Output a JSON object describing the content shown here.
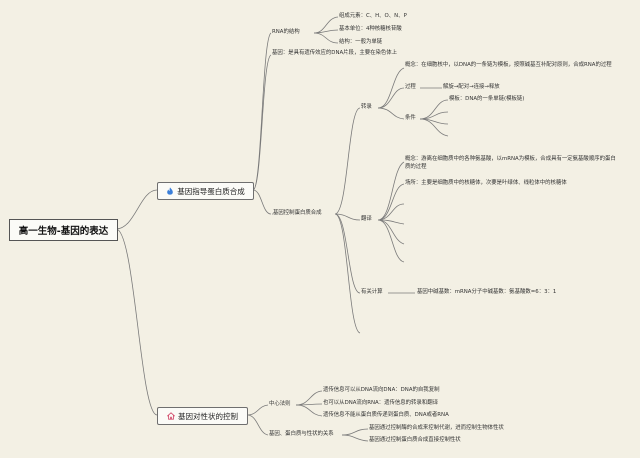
{
  "root": "高一生物-基因的表达",
  "branch1": {
    "title": "基因指导蛋白质合成",
    "icon": "flame-icon",
    "rna": {
      "label": "RNA的结构",
      "items": [
        "组成元素：C、H、O、N、P",
        "基本单位：4种核糖核苷酸",
        "结构：一般为单链"
      ]
    },
    "gene_def": "基因：是具有遗传效应的DNA片段，主要在染色体上",
    "control": {
      "label": "基因控制蛋白质合成",
      "transcription": {
        "label": "转录",
        "concept": "概念：在细胞核中，以DNA的一条链为模板，按照碱基互补配对原则，合成RNA的过程",
        "process_label": "过程",
        "process": "解旋→配对→连接→释放",
        "condition_label": "条件",
        "condition_item": "模板：DNA的一条单链(模板链)"
      },
      "translation": {
        "label": "翻译",
        "concept": "概念：游离在细胞质中的各种氨基酸，以mRNA为模板，合成具有一定氨基酸顺序的蛋白质的过程",
        "site": "场所：主要是细胞质中的核糖体，次要是叶绿体、线粒体中的核糖体"
      },
      "calc": {
        "label": "有关计算",
        "item": "基因中碱基数：mRNA分子中碱基数：氨基酸数=6：3：1"
      }
    }
  },
  "branch2": {
    "title": "基因对性状的控制",
    "icon": "house-icon",
    "central": {
      "label": "中心法则",
      "items": [
        "遗传信息可以从DNA流向DNA：DNA的自我复制",
        "也可以从DNA流向RNA：遗传信息的转录和翻译",
        "遗传信息不能从蛋白质传递到蛋白质、DNA或者RNA"
      ]
    },
    "relation": {
      "label": "基因、蛋白质与性状的关系",
      "items": [
        "基因通过控制酶的合成来控制代谢，进而控制生物体性状",
        "基因通过控制蛋白质合成直接控制性状"
      ]
    }
  },
  "colors": {
    "line": "#7a7a7a",
    "background": "#f3f0e4",
    "flame": "#3b7fd9",
    "house": "#d24a6b"
  }
}
